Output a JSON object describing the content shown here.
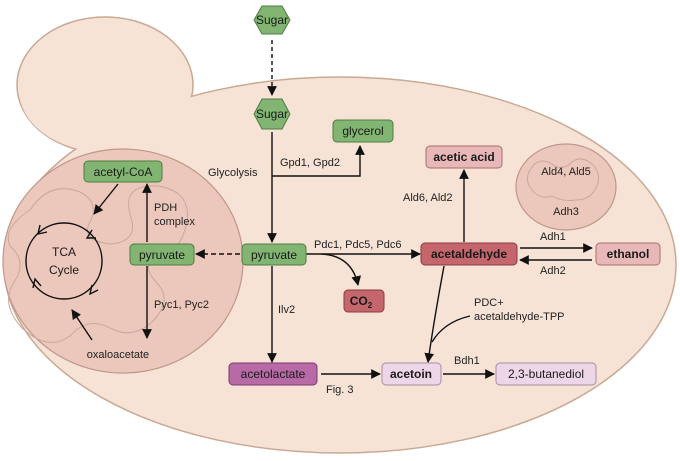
{
  "nodes": {
    "sugar_outside": "Sugar",
    "sugar_inside": "Sugar",
    "glycerol": "glycerol",
    "acetic_acid": "acetic acid",
    "acetyl_coa": "acetyl-CoA",
    "tca_line1": "TCA",
    "tca_line2": "Cycle",
    "pyruvate_mito": "pyruvate",
    "pyruvate_cyto": "pyruvate",
    "acetaldehyde": "acetaldehyde",
    "ethanol": "ethanol",
    "co2": "CO",
    "co2_sub": "2",
    "oxaloacetate": "oxaloacetate",
    "acetolactate": "acetolactate",
    "acetoin": "acetoin",
    "butanediol": "2,3-butanediol"
  },
  "labels": {
    "glycolysis": "Glycolysis",
    "gpd": "Gpd1, Gpd2",
    "ald6": "Ald6, Ald2",
    "ald4": "Ald4, Ald5",
    "adh3": "Adh3",
    "pdh_line1": "PDH",
    "pdh_line2": "complex",
    "pdc": "Pdc1, Pdc5, Pdc6",
    "adh1": "Adh1",
    "adh2": "Adh2",
    "pyc": "Pyc1, Pyc2",
    "ilv2": "Ilv2",
    "pdc_plus_line1": "PDC+",
    "pdc_plus_line2": "acetaldehyde-TPP",
    "bdh1": "Bdh1",
    "fig3": "Fig. 3"
  },
  "colors": {
    "cell_fill": "#f6e3d6",
    "cell_stroke": "#c9a994",
    "mito_fill": "#ecc8bc",
    "mito_stroke": "#bf968a",
    "green_fill": "#82b571",
    "green_stroke": "#4d7a42",
    "red_fill": "#c4666c",
    "light_red_fill": "#e8b8b8",
    "purple_fill": "#b86aa6",
    "light_purple_fill": "#ecd6e8"
  }
}
